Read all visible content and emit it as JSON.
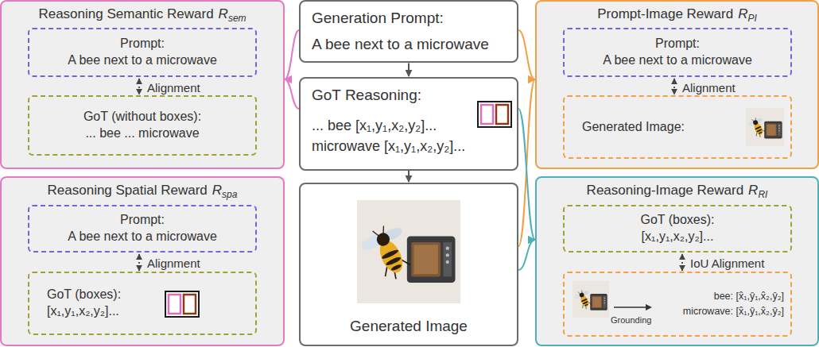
{
  "diagram": {
    "nodes": [
      {
        "text": [
          "Reasoning Semantic Reward",
          "R",
          "sem"
        ]
      },
      {
        "text": [
          "Prompt:",
          "A bee next to a microwave"
        ],
        "in": 0
      },
      {
        "text": [
          "GoT (without boxes):",
          "... bee ... microwave"
        ],
        "in": 0
      },
      {
        "text": [
          "Reasoning Spatial Reward",
          "R",
          "spa"
        ]
      },
      {
        "text": [
          "Prompt:",
          "A bee next to a microwave"
        ],
        "in": 3
      },
      {
        "text": [
          "GoT (boxes):",
          "[x₁,y₁,x₂,y₂]..."
        ],
        "in": 3
      },
      {
        "text": [
          "Generation Prompt:",
          "A bee next to a microwave"
        ]
      },
      {
        "text": [
          "GoT Reasoning:",
          "... bee [x₁,y₁,x₂,y₂]... microwave [x₁,y₁,x₂,y₂]..."
        ]
      },
      {
        "text": [
          "Generated Image"
        ]
      },
      {
        "text": [
          "Prompt-Image Reward",
          "R",
          "PI"
        ]
      },
      {
        "text": [
          "Prompt:",
          "A bee next to a microwave"
        ],
        "in": 9
      },
      {
        "text": [
          "Generated Image:"
        ],
        "in": 9
      },
      {
        "text": [
          "Reasoning-Image Reward",
          "R",
          "RI"
        ]
      },
      {
        "text": [
          "GoT (boxes):",
          "[x₁,y₁,x₂,y₂]..."
        ],
        "in": 12
      },
      {
        "text": [
          "Grounding",
          "bee: [x̂₁,ŷ₁,x̂₂,ŷ₂]",
          "microwave: [x̂₁,ŷ₁,x̂₂,ŷ₂]"
        ],
        "in": 12
      }
    ],
    "edges": [
      {
        "from": 1,
        "to": 2,
        "arrow": "both",
        "label": "Alignment"
      },
      {
        "from": 4,
        "to": 5,
        "arrow": "both",
        "label": "Alignment"
      },
      {
        "from": 6,
        "to": 7,
        "arrow": "to"
      },
      {
        "from": 7,
        "to": 8,
        "arrow": "to"
      },
      {
        "from": 10,
        "to": 11,
        "arrow": "both",
        "label": "Alignment"
      },
      {
        "from": 13,
        "to": 14,
        "arrow": "both",
        "label": "IoU Alignment"
      },
      {
        "from": 6,
        "to": 0,
        "arrow": "to"
      },
      {
        "from": 7,
        "to": 0,
        "arrow": "to"
      },
      {
        "from": 6,
        "to": 9,
        "arrow": "to"
      },
      {
        "from": 8,
        "to": 9,
        "arrow": "to"
      },
      {
        "from": 7,
        "to": 12,
        "arrow": "to"
      },
      {
        "from": 8,
        "to": 12,
        "arrow": "to"
      }
    ]
  }
}
